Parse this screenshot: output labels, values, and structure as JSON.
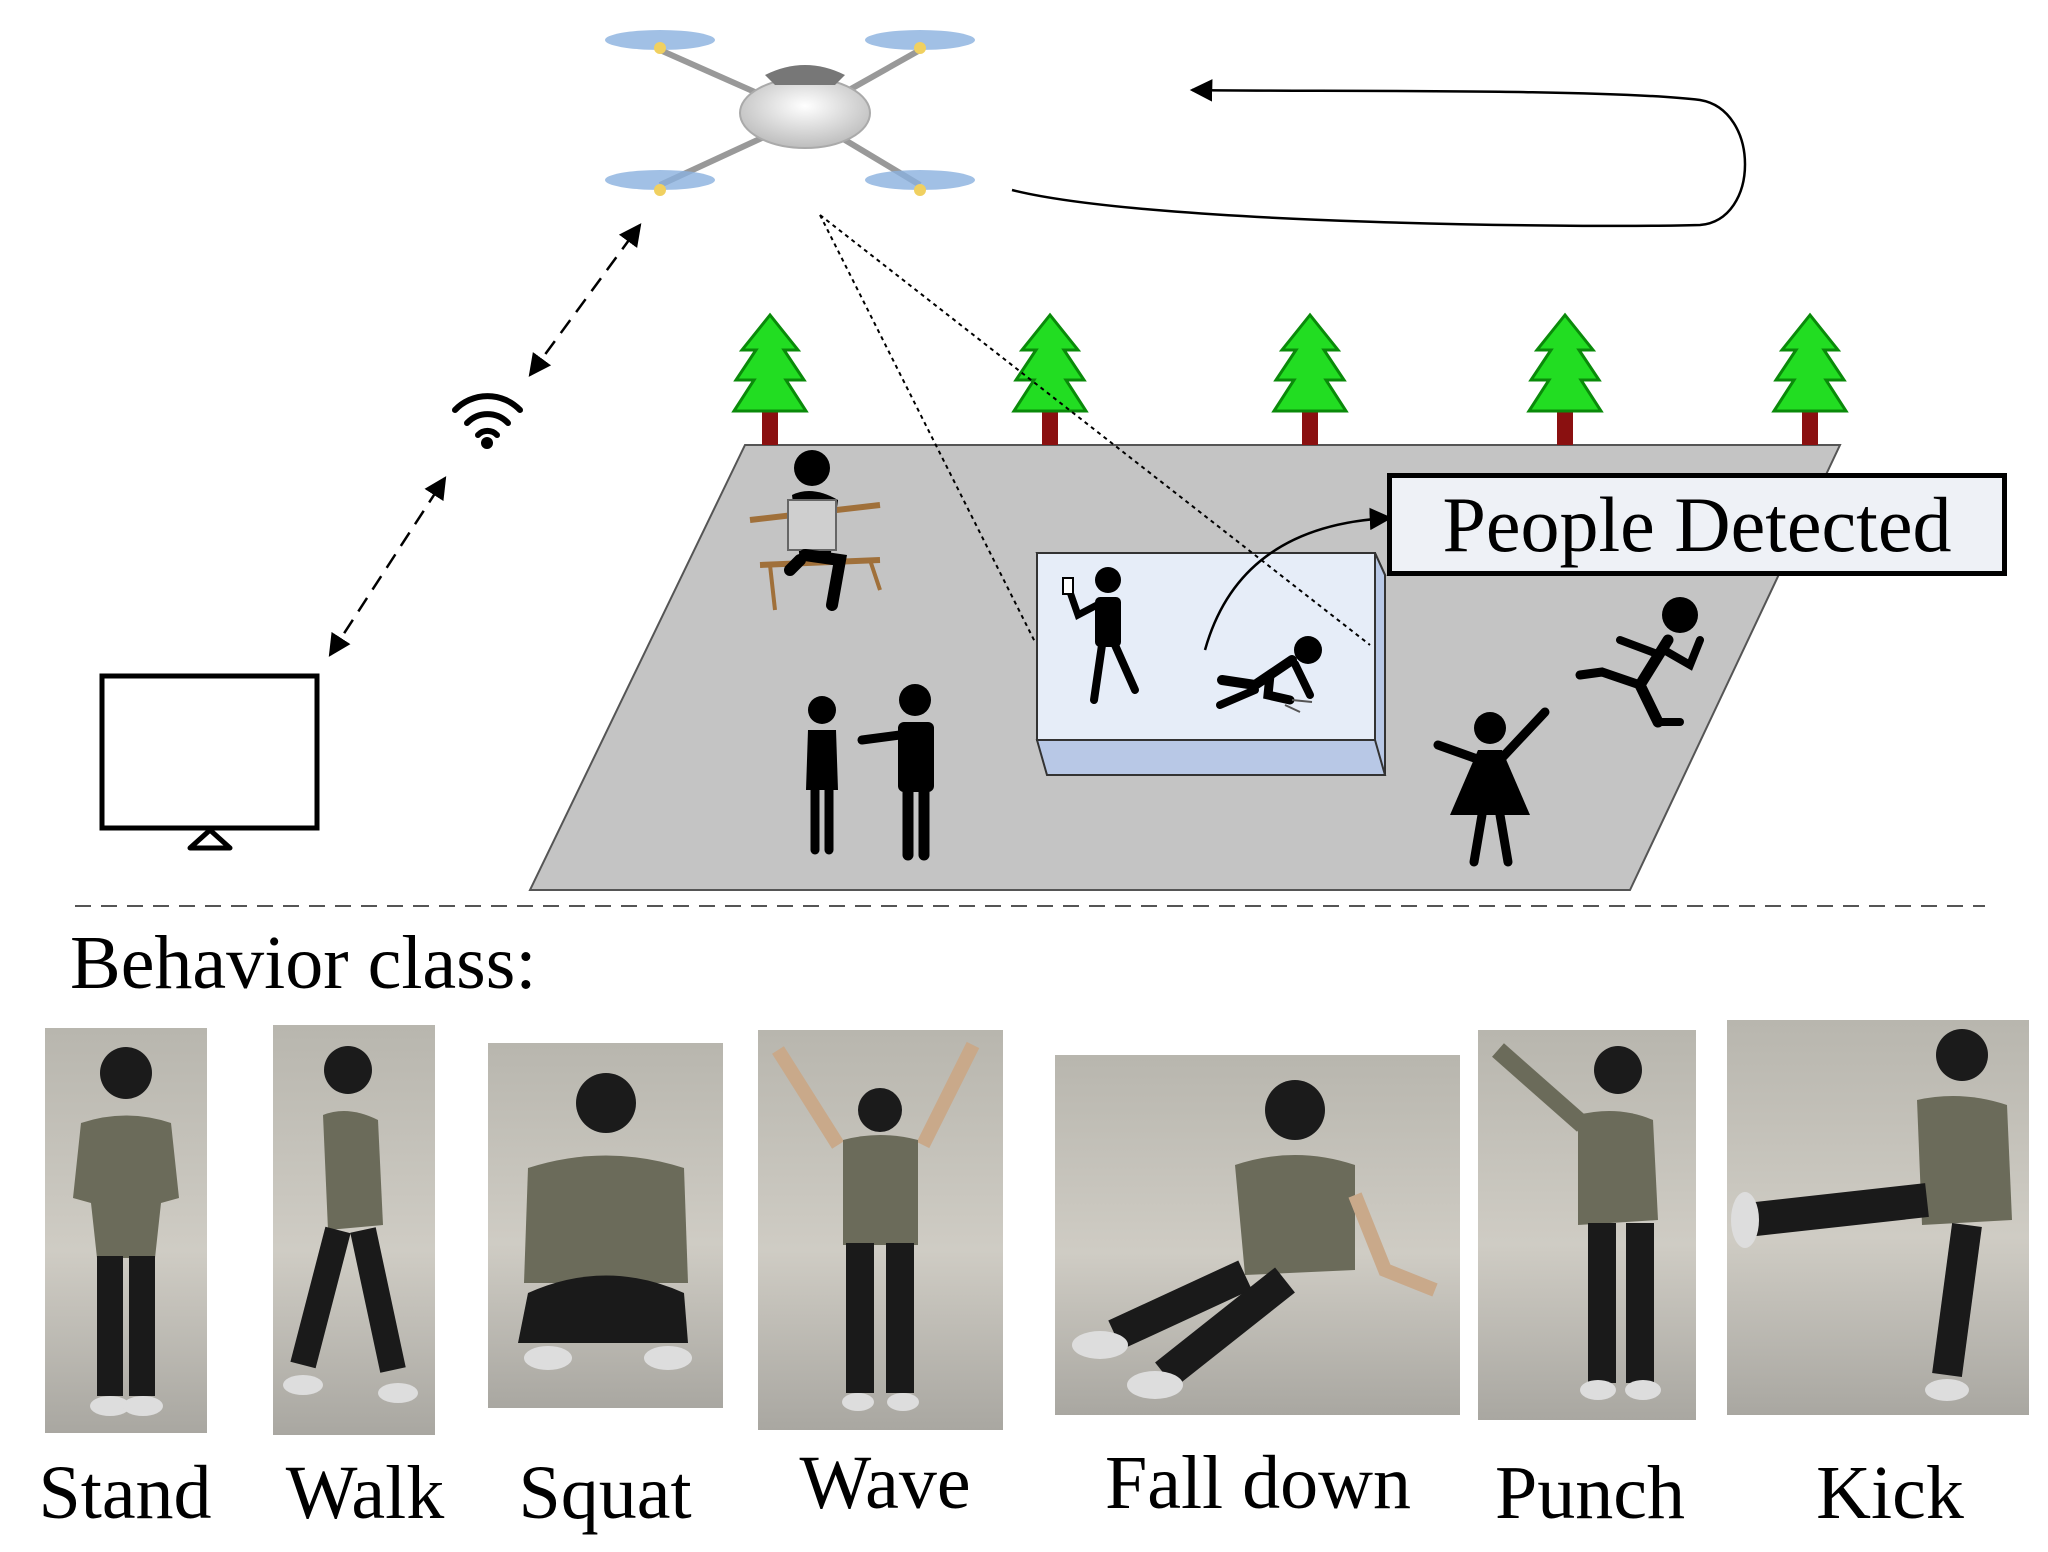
{
  "detection_label": "People Detected",
  "section_title": "Behavior class:",
  "behaviors": [
    {
      "label": "Stand"
    },
    {
      "label": "Walk"
    },
    {
      "label": "Squat"
    },
    {
      "label": "Wave"
    },
    {
      "label": "Fall down"
    },
    {
      "label": "Punch"
    },
    {
      "label": "Kick"
    }
  ],
  "colors": {
    "ground": "#c4c4c4",
    "tree": "#22dd22",
    "trunk": "#8a1010",
    "panel": "#e6edf8",
    "panel_side": "#b8c8e6",
    "drone_body": "#d8d8d8",
    "rotor": "#8ab0de"
  },
  "icons": [
    "drone-icon",
    "wifi-icon",
    "monitor-icon",
    "tree-icon",
    "person-icon"
  ]
}
